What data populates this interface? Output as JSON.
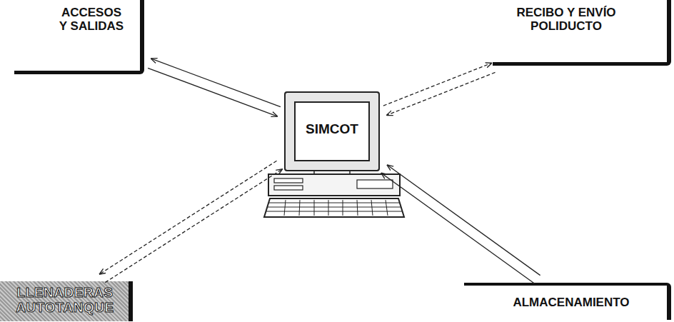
{
  "diagram": {
    "nodes": [
      {
        "text": [
          "ACCESOS Y SALIDAS"
        ]
      },
      {
        "text": [
          "RECIBO Y ENVÍO POLIDUCTO"
        ]
      },
      {
        "text": [
          "SIMCOT"
        ]
      },
      {
        "text": [
          "LLENADERAS AUTOTANQUE"
        ]
      },
      {
        "text": [
          "ALMACENAMIENTO"
        ]
      }
    ],
    "edges": [
      {
        "from": 2,
        "to": 0,
        "arrow": "to"
      },
      {
        "from": 0,
        "to": 2,
        "arrow": "to"
      },
      {
        "from": 1,
        "to": 2,
        "arrow": "to"
      },
      {
        "from": 2,
        "to": 1,
        "arrow": "to"
      },
      {
        "from": 3,
        "to": 2,
        "arrow": "to"
      },
      {
        "from": 2,
        "to": 3,
        "arrow": "to"
      },
      {
        "from": 4,
        "to": 2,
        "arrow": "to"
      },
      {
        "from": 4,
        "to": 2,
        "arrow": "to"
      }
    ]
  }
}
